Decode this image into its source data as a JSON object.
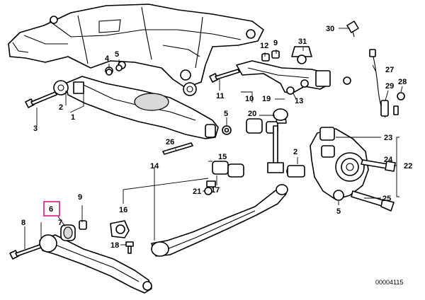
{
  "diagram": {
    "highlight_color": "#e0318a",
    "highlighted_callout": "6",
    "document_number": "00004115",
    "callouts": {
      "c1": "1",
      "c2a": "2",
      "c3": "3",
      "c4": "4",
      "c5a": "5",
      "c9a": "9",
      "c12": "12",
      "c31": "31",
      "c30": "30",
      "c11": "11",
      "c10": "10",
      "c19": "19",
      "c20": "20",
      "c13": "13",
      "c5b": "5",
      "c26": "26",
      "c27": "27",
      "c28": "28",
      "c29": "29",
      "c23": "23",
      "c24": "24",
      "c22": "22",
      "c25": "25",
      "c5c": "5",
      "c14": "14",
      "c15": "15",
      "c17": "17",
      "c21": "21",
      "c2b": "2",
      "c16": "16",
      "c9b": "9",
      "c6": "6",
      "c7": "7",
      "c8": "8",
      "c18": "18"
    }
  }
}
